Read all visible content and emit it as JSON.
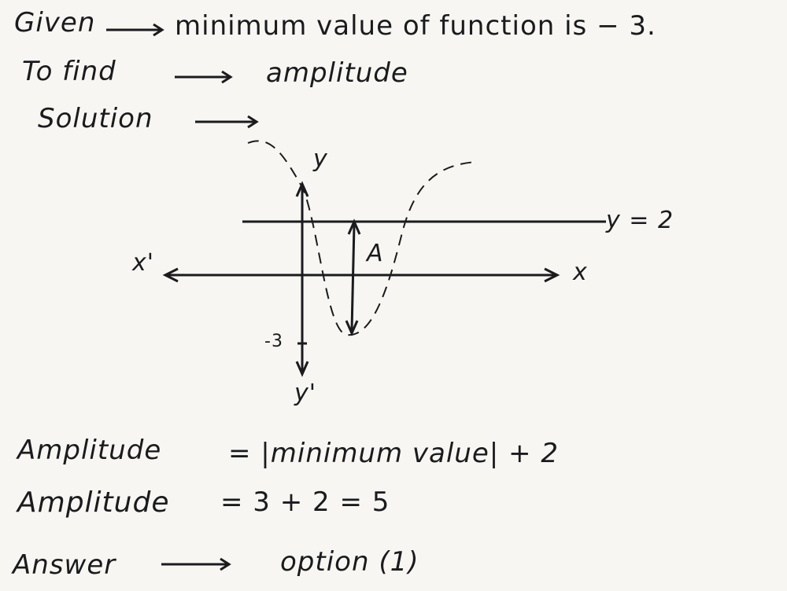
{
  "lines": {
    "given_label": "Given",
    "given_text": "minimum value of function is − 3.",
    "tofind_label": "To find",
    "tofind_text": "amplitude",
    "solution_label": "Solution"
  },
  "diagram": {
    "y_axis_top": "y",
    "y_axis_bottom": "y'",
    "x_axis_left": "x'",
    "x_axis_right": "x",
    "line_label": "y = 2",
    "amplitude_marker": "A",
    "minimum_tick": "-3"
  },
  "work": {
    "line1_left": "Amplitude",
    "line1_right": "= |minimum value| + 2",
    "line2_left": "Amplitude",
    "line2_right": "=  3 + 2 =  5",
    "answer_label": "Answer",
    "answer_text": "option (1)"
  }
}
